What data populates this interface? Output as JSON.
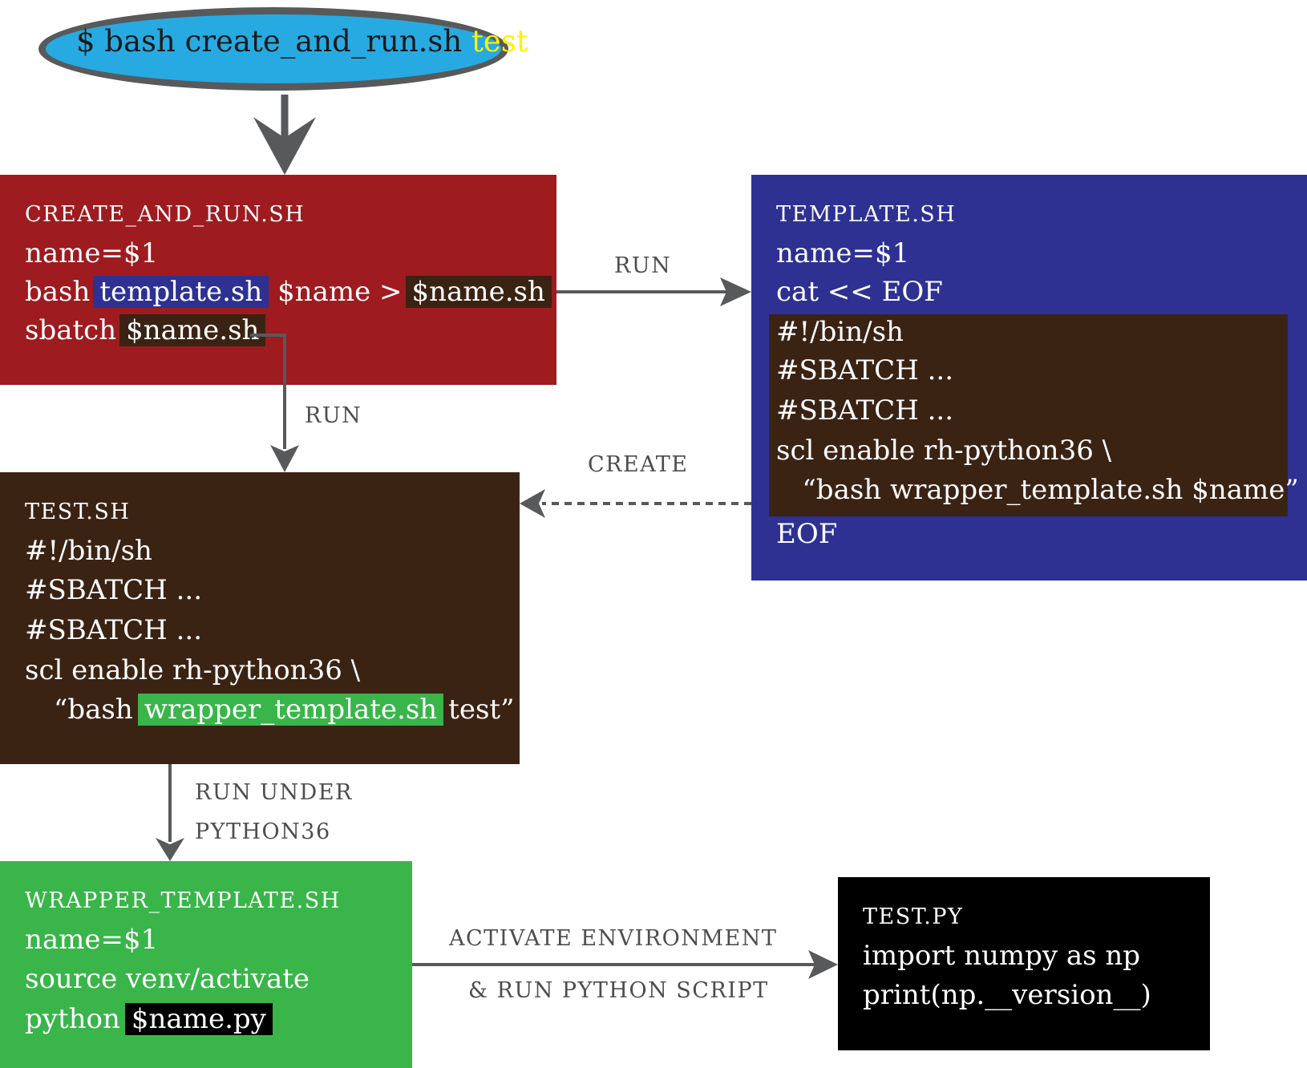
{
  "start_node": {
    "command": "$ bash create_and_run.sh",
    "argument": "test"
  },
  "create_and_run": {
    "title": "CREATE_AND_RUN.SH",
    "line1": "name=$1",
    "line2_pre": "bash",
    "line2_hl1": "template.sh",
    "line2_mid": "$name >",
    "line2_hl2": "$name.sh",
    "line3_pre": "sbatch",
    "line3_hl": "$name.sh"
  },
  "template": {
    "title": "TEMPLATE.SH",
    "line1": "name=$1",
    "line2": "cat << EOF",
    "inner": [
      "#!/bin/sh",
      "#SBATCH ...",
      "#SBATCH ...",
      "scl enable rh-python36 \\",
      "   “bash wrapper_template.sh $name”"
    ],
    "line_end": "EOF"
  },
  "test_sh": {
    "title": "TEST.SH",
    "lines": [
      "#!/bin/sh",
      "#SBATCH ...",
      "#SBATCH ...",
      "scl enable rh-python36 \\"
    ],
    "last_pre": "“bash",
    "last_hl": "wrapper_template.sh",
    "last_post": "test”"
  },
  "wrapper": {
    "title": "WRAPPER_TEMPLATE.SH",
    "line1": "name=$1",
    "line2": "source venv/activate",
    "line3_pre": "python",
    "line3_hl": "$name.py"
  },
  "test_py": {
    "title": "TEST.PY",
    "line1": "import numpy as np",
    "line2": "print(np.__version__)"
  },
  "edge_labels": {
    "run_right": "RUN",
    "run_down": "RUN",
    "create": "CREATE",
    "run_under_1": "RUN UNDER",
    "run_under_2": "PYTHON36",
    "activate_1": "ACTIVATE ENVIRONMENT",
    "activate_2": "& RUN PYTHON SCRIPT"
  },
  "colors": {
    "red": "#9e1b20",
    "blue": "#2e3192",
    "dark_brown": "#3b2314",
    "green": "#39b54a",
    "black": "#000000",
    "cyan": "#27aae1",
    "arrow_gray": "#58595b",
    "arg_yellow": "#fff200"
  }
}
